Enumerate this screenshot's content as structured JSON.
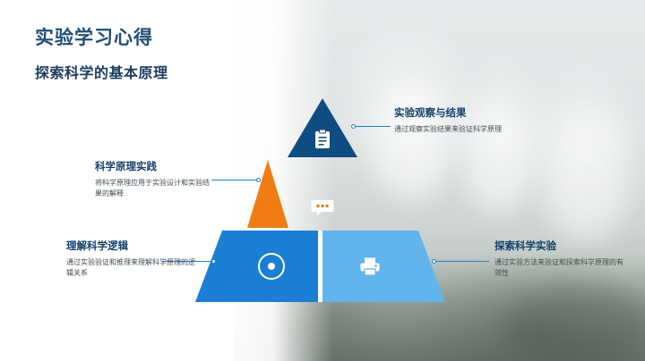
{
  "slide": {
    "title": "实验学习心得",
    "subtitle": "探索科学的基本原理"
  },
  "pyramid": {
    "tiers": [
      {
        "name": "top",
        "icon": "clipboard-icon",
        "color": "#0f4c81"
      },
      {
        "name": "middle",
        "icon": "chat-bubble-icon",
        "color": "#f07c12"
      },
      {
        "name": "bottom-left",
        "icon": "camera-lens-icon",
        "color": "#1a7fd4"
      },
      {
        "name": "bottom-right",
        "icon": "printer-icon",
        "color": "#62b4ec"
      }
    ]
  },
  "callouts": [
    {
      "id": "observation",
      "title": "实验观察与结果",
      "body": "通过观察实验结果来验证科学原理"
    },
    {
      "id": "principle-practice",
      "title": "科学原理实践",
      "body": "将科学原理应用于实验设计和实验结果的解释"
    },
    {
      "id": "logic",
      "title": "理解科学逻辑",
      "body": "通过实验验证和推理来理解科学原理的逻辑关系"
    },
    {
      "id": "explore",
      "title": "探索科学实验",
      "body": "通过实验方法来验证和探索科学原理的有效性"
    }
  ],
  "colors": {
    "title": "#1f4e79",
    "accent_blue": "#1a7fd4",
    "accent_orange": "#f07c12",
    "accent_dark_blue": "#0f4c81",
    "accent_light_blue": "#62b4ec"
  }
}
